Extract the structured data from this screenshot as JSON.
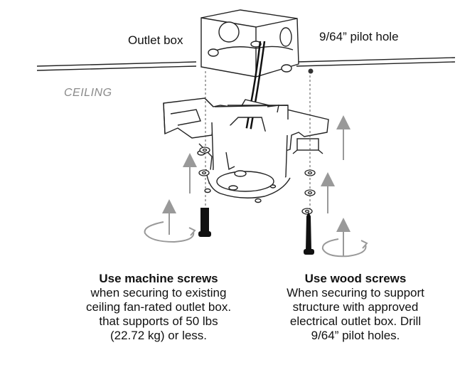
{
  "labels": {
    "outlet_box": "Outlet box",
    "pilot_hole": "9/64” pilot hole",
    "ceiling": "CEILING"
  },
  "left_caption": {
    "heading": "Use machine screws",
    "lines": [
      "when securing to existing",
      "ceiling fan-rated outlet box.",
      "that supports of 50 lbs",
      "(22.72 kg) or less."
    ]
  },
  "right_caption": {
    "heading": "Use wood screws",
    "lines": [
      "When securing to support",
      "structure with approved",
      "electrical outlet box. Drill",
      "9/64” pilot holes."
    ]
  }
}
